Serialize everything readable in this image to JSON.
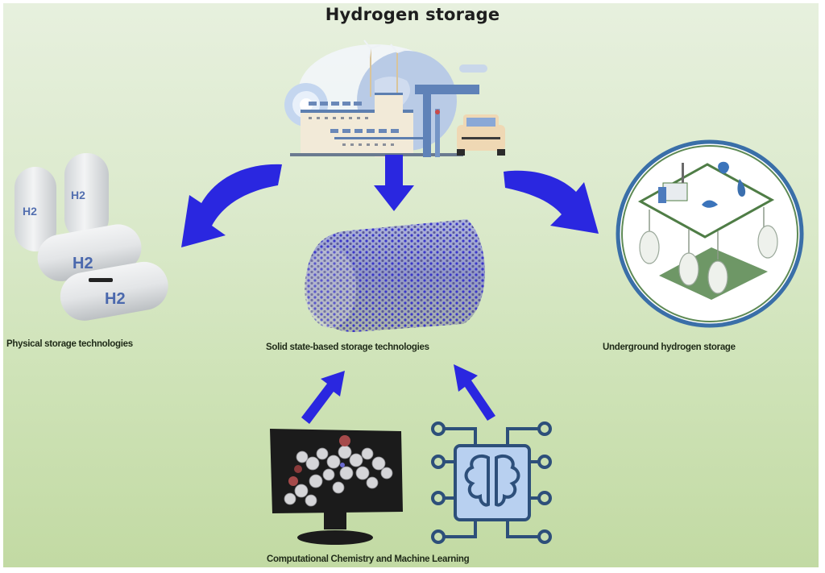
{
  "title": "Hydrogen storage",
  "nodes": {
    "top": {
      "label": "Hydrogen storage",
      "icon": "hydrogen-plant-illustration"
    },
    "left": {
      "label": "Physical storage technologies",
      "icon": "h2-tanks-illustration",
      "tank_text": "H2"
    },
    "center": {
      "label": "Solid state-based storage technologies",
      "icon": "nanotube-illustration"
    },
    "right": {
      "label": "Underground hydrogen storage",
      "icon": "underground-storage-illustration"
    },
    "bottom": {
      "label": "Computational Chemistry and Machine Learning",
      "icons": [
        "monitor-molecule-icon",
        "ai-brain-chip-icon"
      ]
    }
  },
  "colors": {
    "arrow": "#2a27e0",
    "background_top": "#e7f0de",
    "background_bottom": "#c2daa3",
    "circle_border": "#3a6fa8",
    "ground_green": "#5e8a55"
  }
}
